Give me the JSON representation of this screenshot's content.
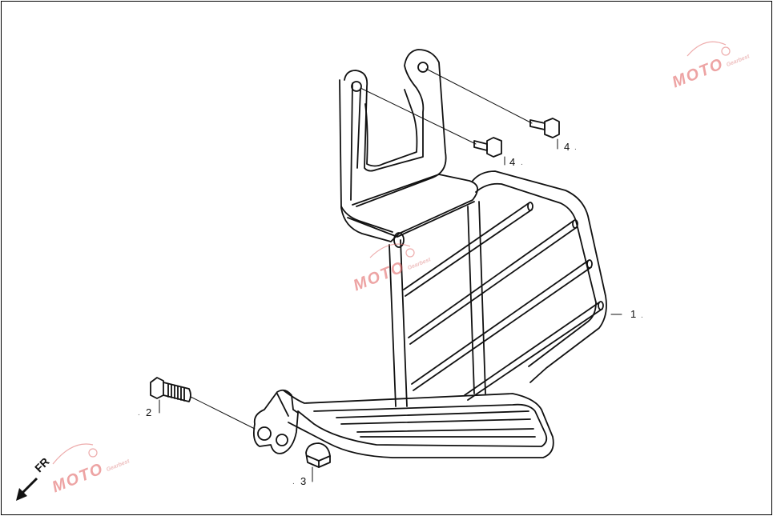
{
  "diagram": {
    "callouts": [
      {
        "id": "part-1",
        "label": "1"
      },
      {
        "id": "part-2",
        "label": "2"
      },
      {
        "id": "part-3",
        "label": "3"
      },
      {
        "id": "part-4a",
        "label": "4"
      },
      {
        "id": "part-4b",
        "label": "4"
      }
    ],
    "direction_label": "FR",
    "watermark": {
      "mark": "MOTO",
      "sub": "Gearbest"
    }
  },
  "colors": {
    "line": "#111111",
    "watermark": "#e05a5a"
  }
}
